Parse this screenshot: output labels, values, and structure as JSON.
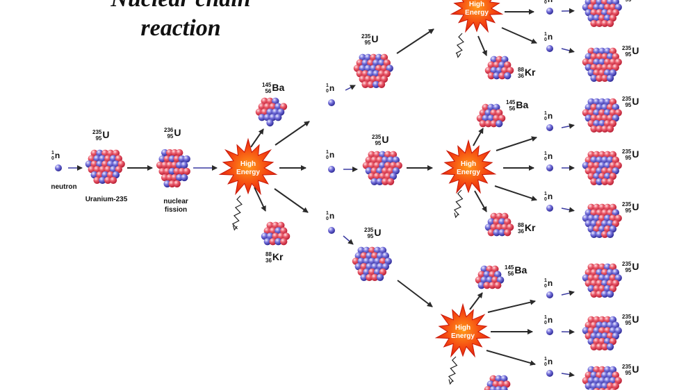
{
  "title": {
    "line1": "Nuclear chain",
    "line2": "reaction"
  },
  "labels": {
    "neutron": "neutron",
    "uranium": "Uranium-235",
    "fission_line1": "nuclear",
    "fission_line2": "fission",
    "burst_line1": "High",
    "burst_line2": "Energy"
  },
  "isotopes": {
    "n": {
      "mass": "1",
      "atomic": "0",
      "symbol": "n"
    },
    "u235": {
      "mass": "235",
      "atomic": "95",
      "symbol": "U"
    },
    "u236": {
      "mass": "236",
      "atomic": "95",
      "symbol": "U"
    },
    "ba": {
      "mass": "145",
      "atomic": "56",
      "symbol": "Ba"
    },
    "kr": {
      "mass": "88",
      "atomic": "36",
      "symbol": "Kr"
    }
  },
  "colors": {
    "proton": "#e8485a",
    "neutron": "#5a56c8",
    "burst": "#f23a1a",
    "burst_core": "#ff8a1a",
    "arrow": "#2a2a2a"
  }
}
